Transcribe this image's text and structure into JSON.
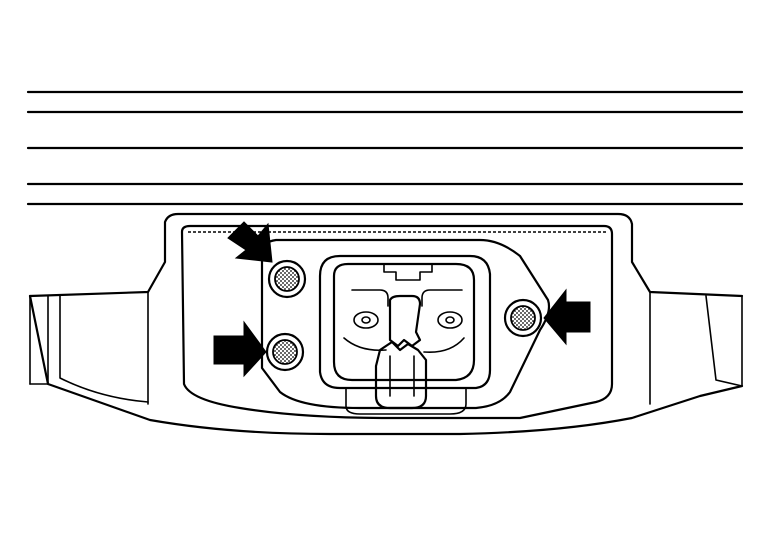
{
  "diagram": {
    "subject": "latch-assembly-mounting-bolts",
    "colors": {
      "line": "#000000",
      "background": "#ffffff",
      "arrow": "#000000"
    },
    "bolts": [
      {
        "id": "bolt-upper-left",
        "indicated": true
      },
      {
        "id": "bolt-lower-left",
        "indicated": true
      },
      {
        "id": "bolt-right",
        "indicated": true
      }
    ],
    "arrows": [
      {
        "id": "arrow-upper-left",
        "points_to": "bolt-upper-left"
      },
      {
        "id": "arrow-lower-left",
        "points_to": "bolt-lower-left"
      },
      {
        "id": "arrow-right",
        "points_to": "bolt-right"
      }
    ]
  }
}
